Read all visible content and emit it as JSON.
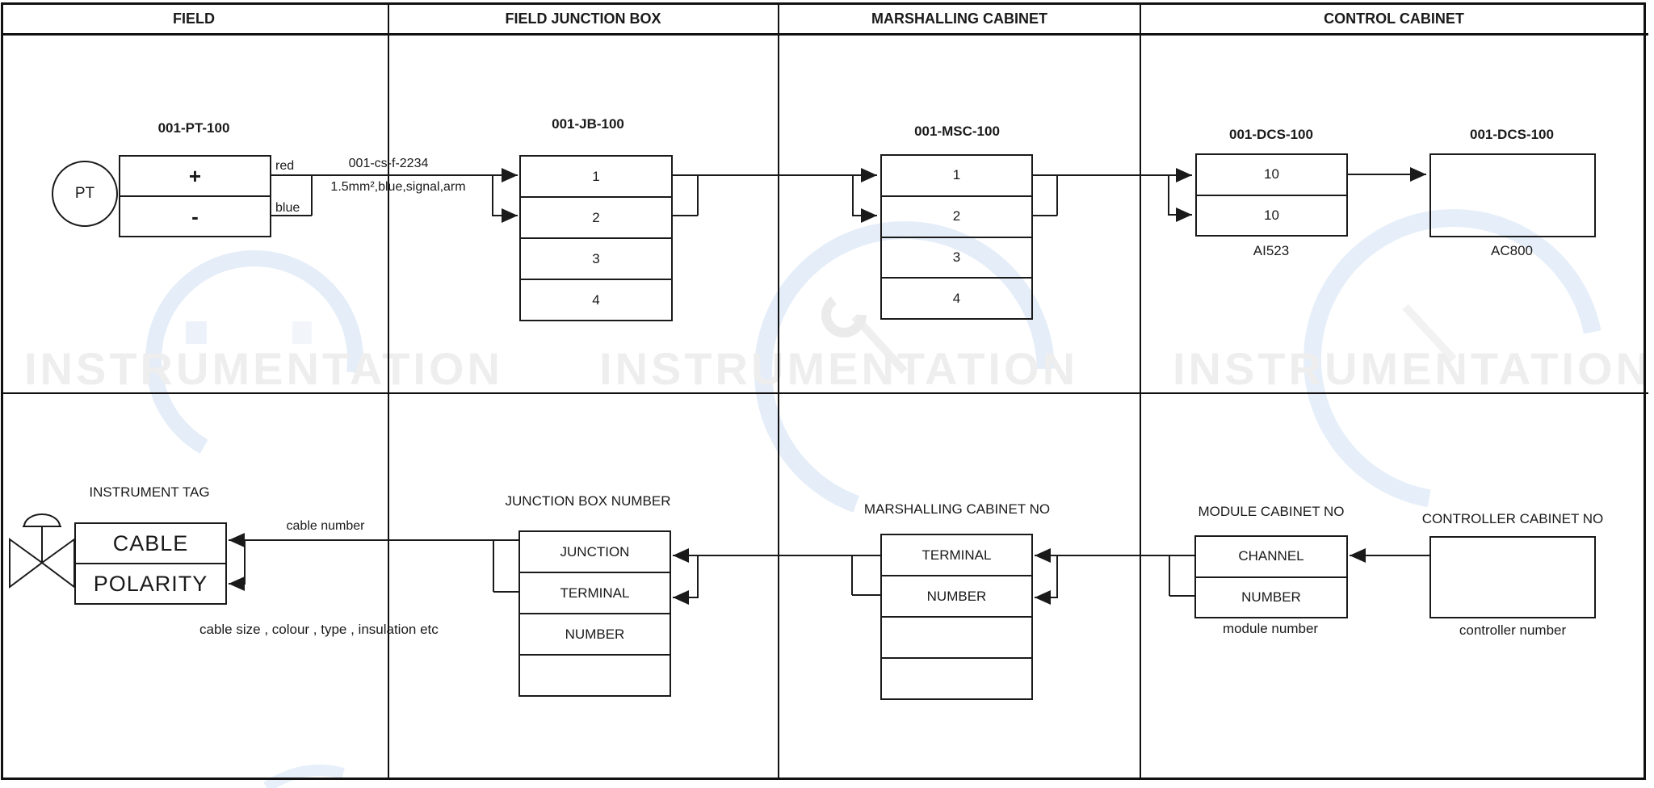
{
  "headers": {
    "field": "FIELD",
    "junction": "FIELD JUNCTION BOX",
    "marshalling": "MARSHALLING CABINET",
    "control": "CONTROL CABINET"
  },
  "top": {
    "transmitter": {
      "tag": "001-PT-100",
      "bubble": "PT",
      "plus": "+",
      "minus": "-",
      "wire_top": "red",
      "wire_bottom": "blue"
    },
    "cable": {
      "number": "001-cs-f-2234",
      "spec": "1.5mm²,blue,signal,arm"
    },
    "junction_box": {
      "tag": "001-JB-100",
      "terminals": [
        "1",
        "2",
        "3",
        "4"
      ]
    },
    "marshalling_cabinet": {
      "tag": "001-MSC-100",
      "terminals": [
        "1",
        "2",
        "3",
        "4"
      ]
    },
    "io_module": {
      "tag": "001-DCS-100",
      "channels": [
        "10",
        "10"
      ],
      "caption": "AI523"
    },
    "controller": {
      "tag": "001-DCS-100",
      "caption": "AC800"
    }
  },
  "bottom": {
    "instrument": {
      "label": "INSTRUMENT TAG",
      "rows": [
        "CABLE",
        "POLARITY"
      ],
      "cable_note": "cable number",
      "spec_note": "cable size , colour , type , insulation etc"
    },
    "junction_box": {
      "label": "JUNCTION BOX NUMBER",
      "rows": [
        "JUNCTION",
        "TERMINAL",
        "NUMBER",
        ""
      ]
    },
    "marshalling_cabinet": {
      "label": "MARSHALLING CABINET NO",
      "rows": [
        "TERMINAL",
        "NUMBER",
        "",
        ""
      ]
    },
    "io_module": {
      "label": "MODULE CABINET NO",
      "rows": [
        "CHANNEL",
        "NUMBER"
      ],
      "caption": "module number"
    },
    "controller": {
      "label": "CONTROLLER CABINET NO",
      "caption": "controller number"
    }
  },
  "watermark": {
    "text": "INSTRUMENTATION",
    "text_color": "#eeeeee",
    "accent_color": "#cfe0f4"
  }
}
